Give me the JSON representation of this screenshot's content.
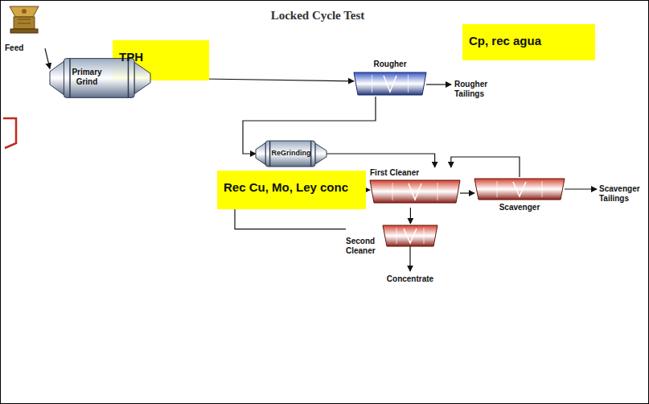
{
  "diagram": {
    "title": "Locked Cycle Test",
    "nodes": [
      {
        "text": [
          "Feed"
        ]
      },
      {
        "text": [
          "TPH"
        ]
      },
      {
        "text": [
          "Primary Grind"
        ]
      },
      {
        "text": [
          "Cp, rec agua"
        ]
      },
      {
        "text": [
          "Rougher"
        ]
      },
      {
        "text": [
          "ReGrinding"
        ]
      },
      {
        "text": [
          "Rec Cu, Mo, Ley conc"
        ]
      },
      {
        "text": [
          "First Cleaner"
        ]
      },
      {
        "text": [
          "Scavenger"
        ]
      },
      {
        "text": [
          "Second Cleaner"
        ]
      }
    ],
    "edges": [
      {
        "from": 0,
        "to": 2,
        "arrow": "to"
      },
      {
        "from": 2,
        "to": 4,
        "arrow": "to"
      },
      {
        "from": 4,
        "to": 5,
        "arrow": "to"
      },
      {
        "from": 5,
        "to": 7,
        "arrow": "to"
      },
      {
        "from": 7,
        "to": 8,
        "arrow": "to"
      },
      {
        "from": 8,
        "to": 7,
        "arrow": "to"
      },
      {
        "from": 7,
        "to": 9,
        "arrow": "to"
      },
      {
        "from": 9,
        "to": 7,
        "arrow": "to"
      }
    ],
    "labels": [
      "Rougher Tailings",
      "Scavenger Tailings",
      "Concentrate"
    ]
  }
}
